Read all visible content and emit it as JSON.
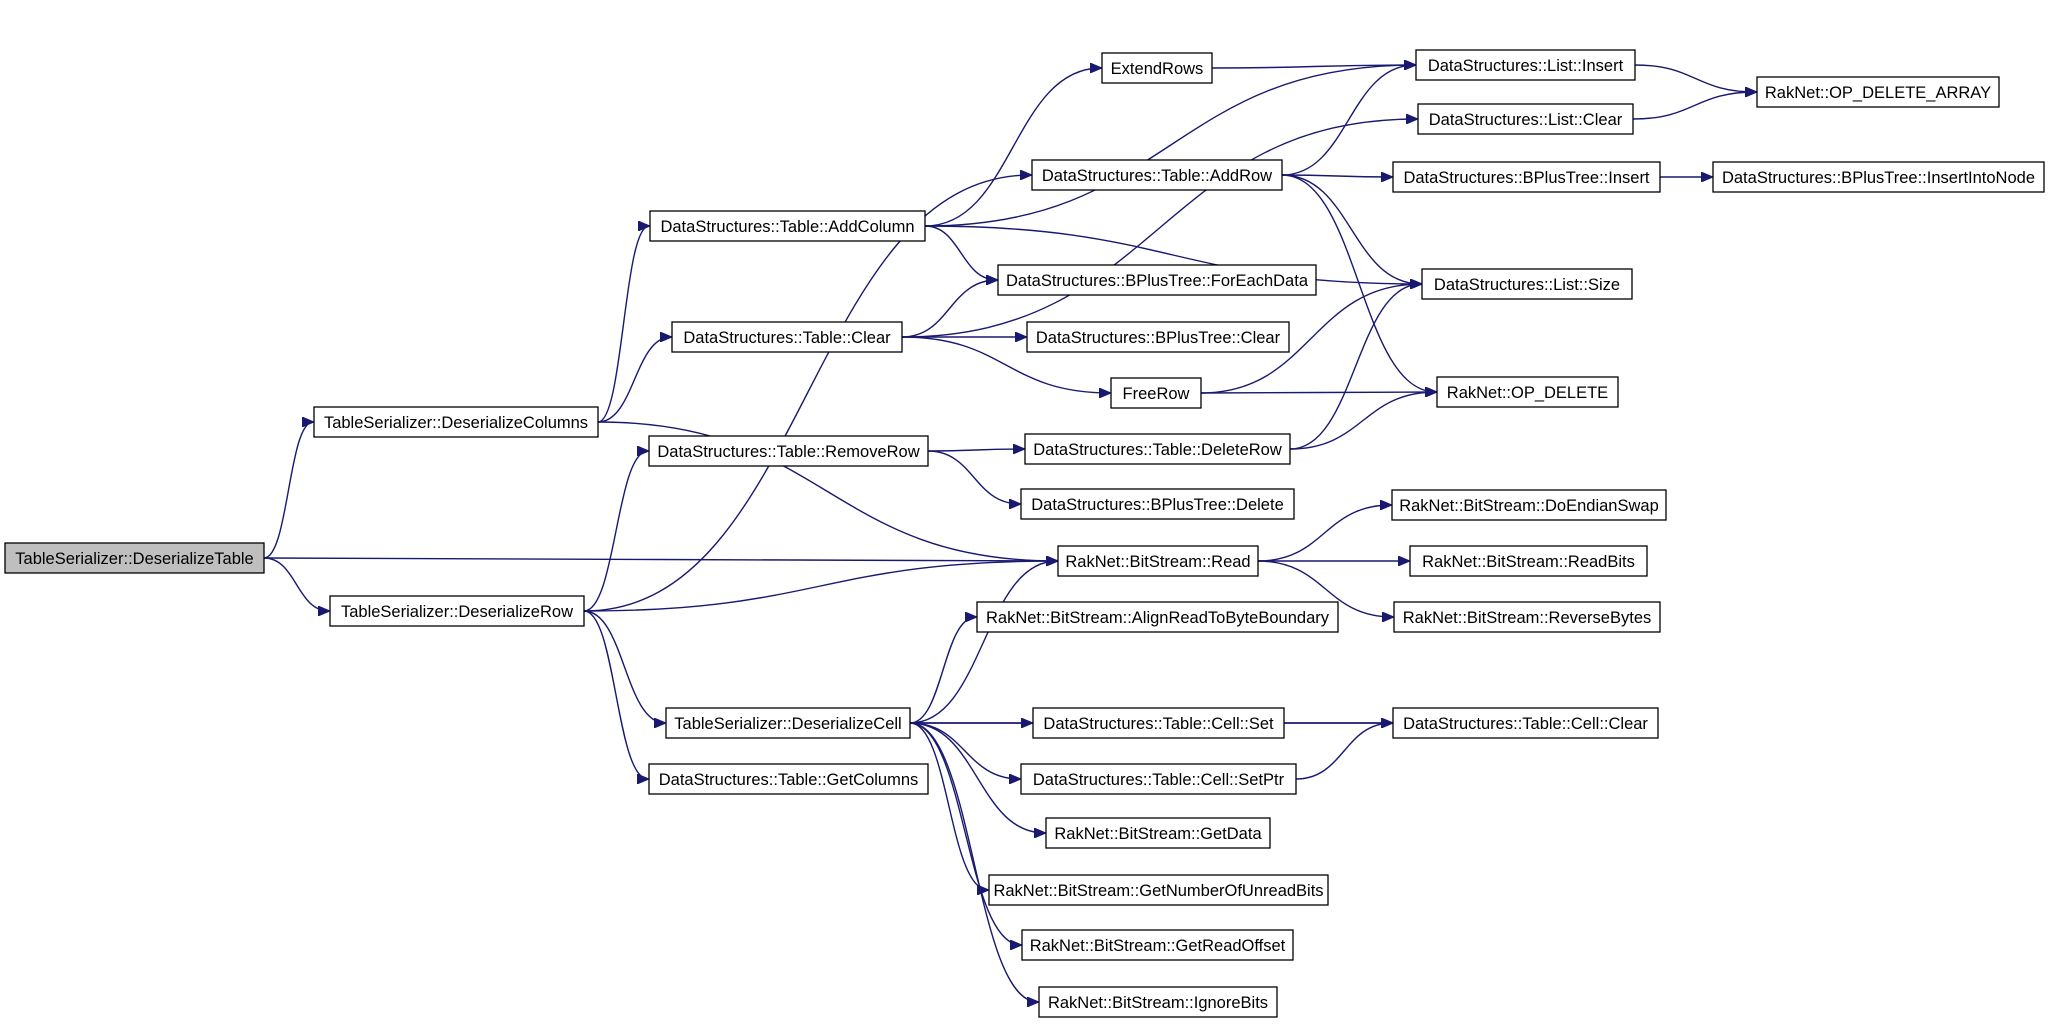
{
  "diagram": {
    "type": "call-graph",
    "colors": {
      "edge": "#191970",
      "node_border": "#000000",
      "node_fill": "#ffffff",
      "root_fill": "#bfbfbf"
    },
    "nodes": [
      {
        "id": "deserialize_table",
        "label": "TableSerializer::DeserializeTable",
        "root": true
      },
      {
        "id": "deserialize_columns",
        "label": "TableSerializer::DeserializeColumns"
      },
      {
        "id": "deserialize_row",
        "label": "TableSerializer::DeserializeRow"
      },
      {
        "id": "table_add_column",
        "label": "DataStructures::Table::AddColumn"
      },
      {
        "id": "table_clear",
        "label": "DataStructures::Table::Clear"
      },
      {
        "id": "table_remove_row",
        "label": "DataStructures::Table::RemoveRow"
      },
      {
        "id": "deserialize_cell",
        "label": "TableSerializer::DeserializeCell"
      },
      {
        "id": "table_get_columns",
        "label": "DataStructures::Table::GetColumns"
      },
      {
        "id": "extend_rows",
        "label": "ExtendRows"
      },
      {
        "id": "table_add_row",
        "label": "DataStructures::Table::AddRow"
      },
      {
        "id": "bplustree_foreachdata",
        "label": "DataStructures::BPlusTree::ForEachData"
      },
      {
        "id": "bplustree_clear",
        "label": "DataStructures::BPlusTree::Clear"
      },
      {
        "id": "free_row",
        "label": "FreeRow"
      },
      {
        "id": "table_delete_row",
        "label": "DataStructures::Table::DeleteRow"
      },
      {
        "id": "bplustree_delete",
        "label": "DataStructures::BPlusTree::Delete"
      },
      {
        "id": "bitstream_read",
        "label": "RakNet::BitStream::Read"
      },
      {
        "id": "bitstream_align",
        "label": "RakNet::BitStream::AlignReadToByteBoundary"
      },
      {
        "id": "cell_set",
        "label": "DataStructures::Table::Cell::Set"
      },
      {
        "id": "cell_setptr",
        "label": "DataStructures::Table::Cell::SetPtr"
      },
      {
        "id": "bitstream_getdata",
        "label": "RakNet::BitStream::GetData"
      },
      {
        "id": "bitstream_unread",
        "label": "RakNet::BitStream::GetNumberOfUnreadBits"
      },
      {
        "id": "bitstream_readoffset",
        "label": "RakNet::BitStream::GetReadOffset"
      },
      {
        "id": "bitstream_ignore",
        "label": "RakNet::BitStream::IgnoreBits"
      },
      {
        "id": "list_insert",
        "label": "DataStructures::List::Insert"
      },
      {
        "id": "list_clear",
        "label": "DataStructures::List::Clear"
      },
      {
        "id": "bplustree_insert",
        "label": "DataStructures::BPlusTree::Insert"
      },
      {
        "id": "list_size",
        "label": "DataStructures::List::Size"
      },
      {
        "id": "op_delete",
        "label": "RakNet::OP_DELETE"
      },
      {
        "id": "endian_swap",
        "label": "RakNet::BitStream::DoEndianSwap"
      },
      {
        "id": "read_bits",
        "label": "RakNet::BitStream::ReadBits"
      },
      {
        "id": "reverse_bytes",
        "label": "RakNet::BitStream::ReverseBytes"
      },
      {
        "id": "cell_clear",
        "label": "DataStructures::Table::Cell::Clear"
      },
      {
        "id": "op_delete_array",
        "label": "RakNet::OP_DELETE_ARRAY"
      },
      {
        "id": "bplustree_insertnode",
        "label": "DataStructures::BPlusTree::InsertIntoNode"
      }
    ],
    "edges": [
      [
        "deserialize_table",
        "deserialize_columns"
      ],
      [
        "deserialize_table",
        "bitstream_read"
      ],
      [
        "deserialize_table",
        "deserialize_row"
      ],
      [
        "deserialize_columns",
        "table_add_column"
      ],
      [
        "deserialize_columns",
        "table_clear"
      ],
      [
        "deserialize_columns",
        "bitstream_read"
      ],
      [
        "deserialize_row",
        "table_add_row"
      ],
      [
        "deserialize_row",
        "table_remove_row"
      ],
      [
        "deserialize_row",
        "bitstream_read"
      ],
      [
        "deserialize_row",
        "deserialize_cell"
      ],
      [
        "deserialize_row",
        "table_get_columns"
      ],
      [
        "table_add_column",
        "list_insert"
      ],
      [
        "table_add_column",
        "extend_rows"
      ],
      [
        "table_add_column",
        "bplustree_foreachdata"
      ],
      [
        "table_add_column",
        "list_size"
      ],
      [
        "table_clear",
        "list_clear"
      ],
      [
        "table_clear",
        "bplustree_foreachdata"
      ],
      [
        "table_clear",
        "bplustree_clear"
      ],
      [
        "table_clear",
        "free_row"
      ],
      [
        "table_remove_row",
        "table_delete_row"
      ],
      [
        "table_remove_row",
        "bplustree_delete"
      ],
      [
        "extend_rows",
        "list_insert"
      ],
      [
        "table_add_row",
        "list_insert"
      ],
      [
        "table_add_row",
        "bplustree_insert"
      ],
      [
        "table_add_row",
        "list_size"
      ],
      [
        "table_add_row",
        "op_delete"
      ],
      [
        "free_row",
        "list_size"
      ],
      [
        "free_row",
        "op_delete"
      ],
      [
        "table_delete_row",
        "op_delete"
      ],
      [
        "table_delete_row",
        "list_size"
      ],
      [
        "list_insert",
        "op_delete_array"
      ],
      [
        "list_clear",
        "op_delete_array"
      ],
      [
        "bplustree_insert",
        "bplustree_insertnode"
      ],
      [
        "bitstream_read",
        "endian_swap"
      ],
      [
        "bitstream_read",
        "read_bits"
      ],
      [
        "bitstream_read",
        "reverse_bytes"
      ],
      [
        "deserialize_cell",
        "bitstream_read"
      ],
      [
        "deserialize_cell",
        "bitstream_align"
      ],
      [
        "deserialize_cell",
        "cell_clear"
      ],
      [
        "deserialize_cell",
        "cell_set"
      ],
      [
        "deserialize_cell",
        "cell_setptr"
      ],
      [
        "deserialize_cell",
        "bitstream_getdata"
      ],
      [
        "deserialize_cell",
        "bitstream_unread"
      ],
      [
        "deserialize_cell",
        "bitstream_readoffset"
      ],
      [
        "deserialize_cell",
        "bitstream_ignore"
      ],
      [
        "cell_set",
        "cell_clear"
      ],
      [
        "cell_setptr",
        "cell_clear"
      ]
    ]
  }
}
